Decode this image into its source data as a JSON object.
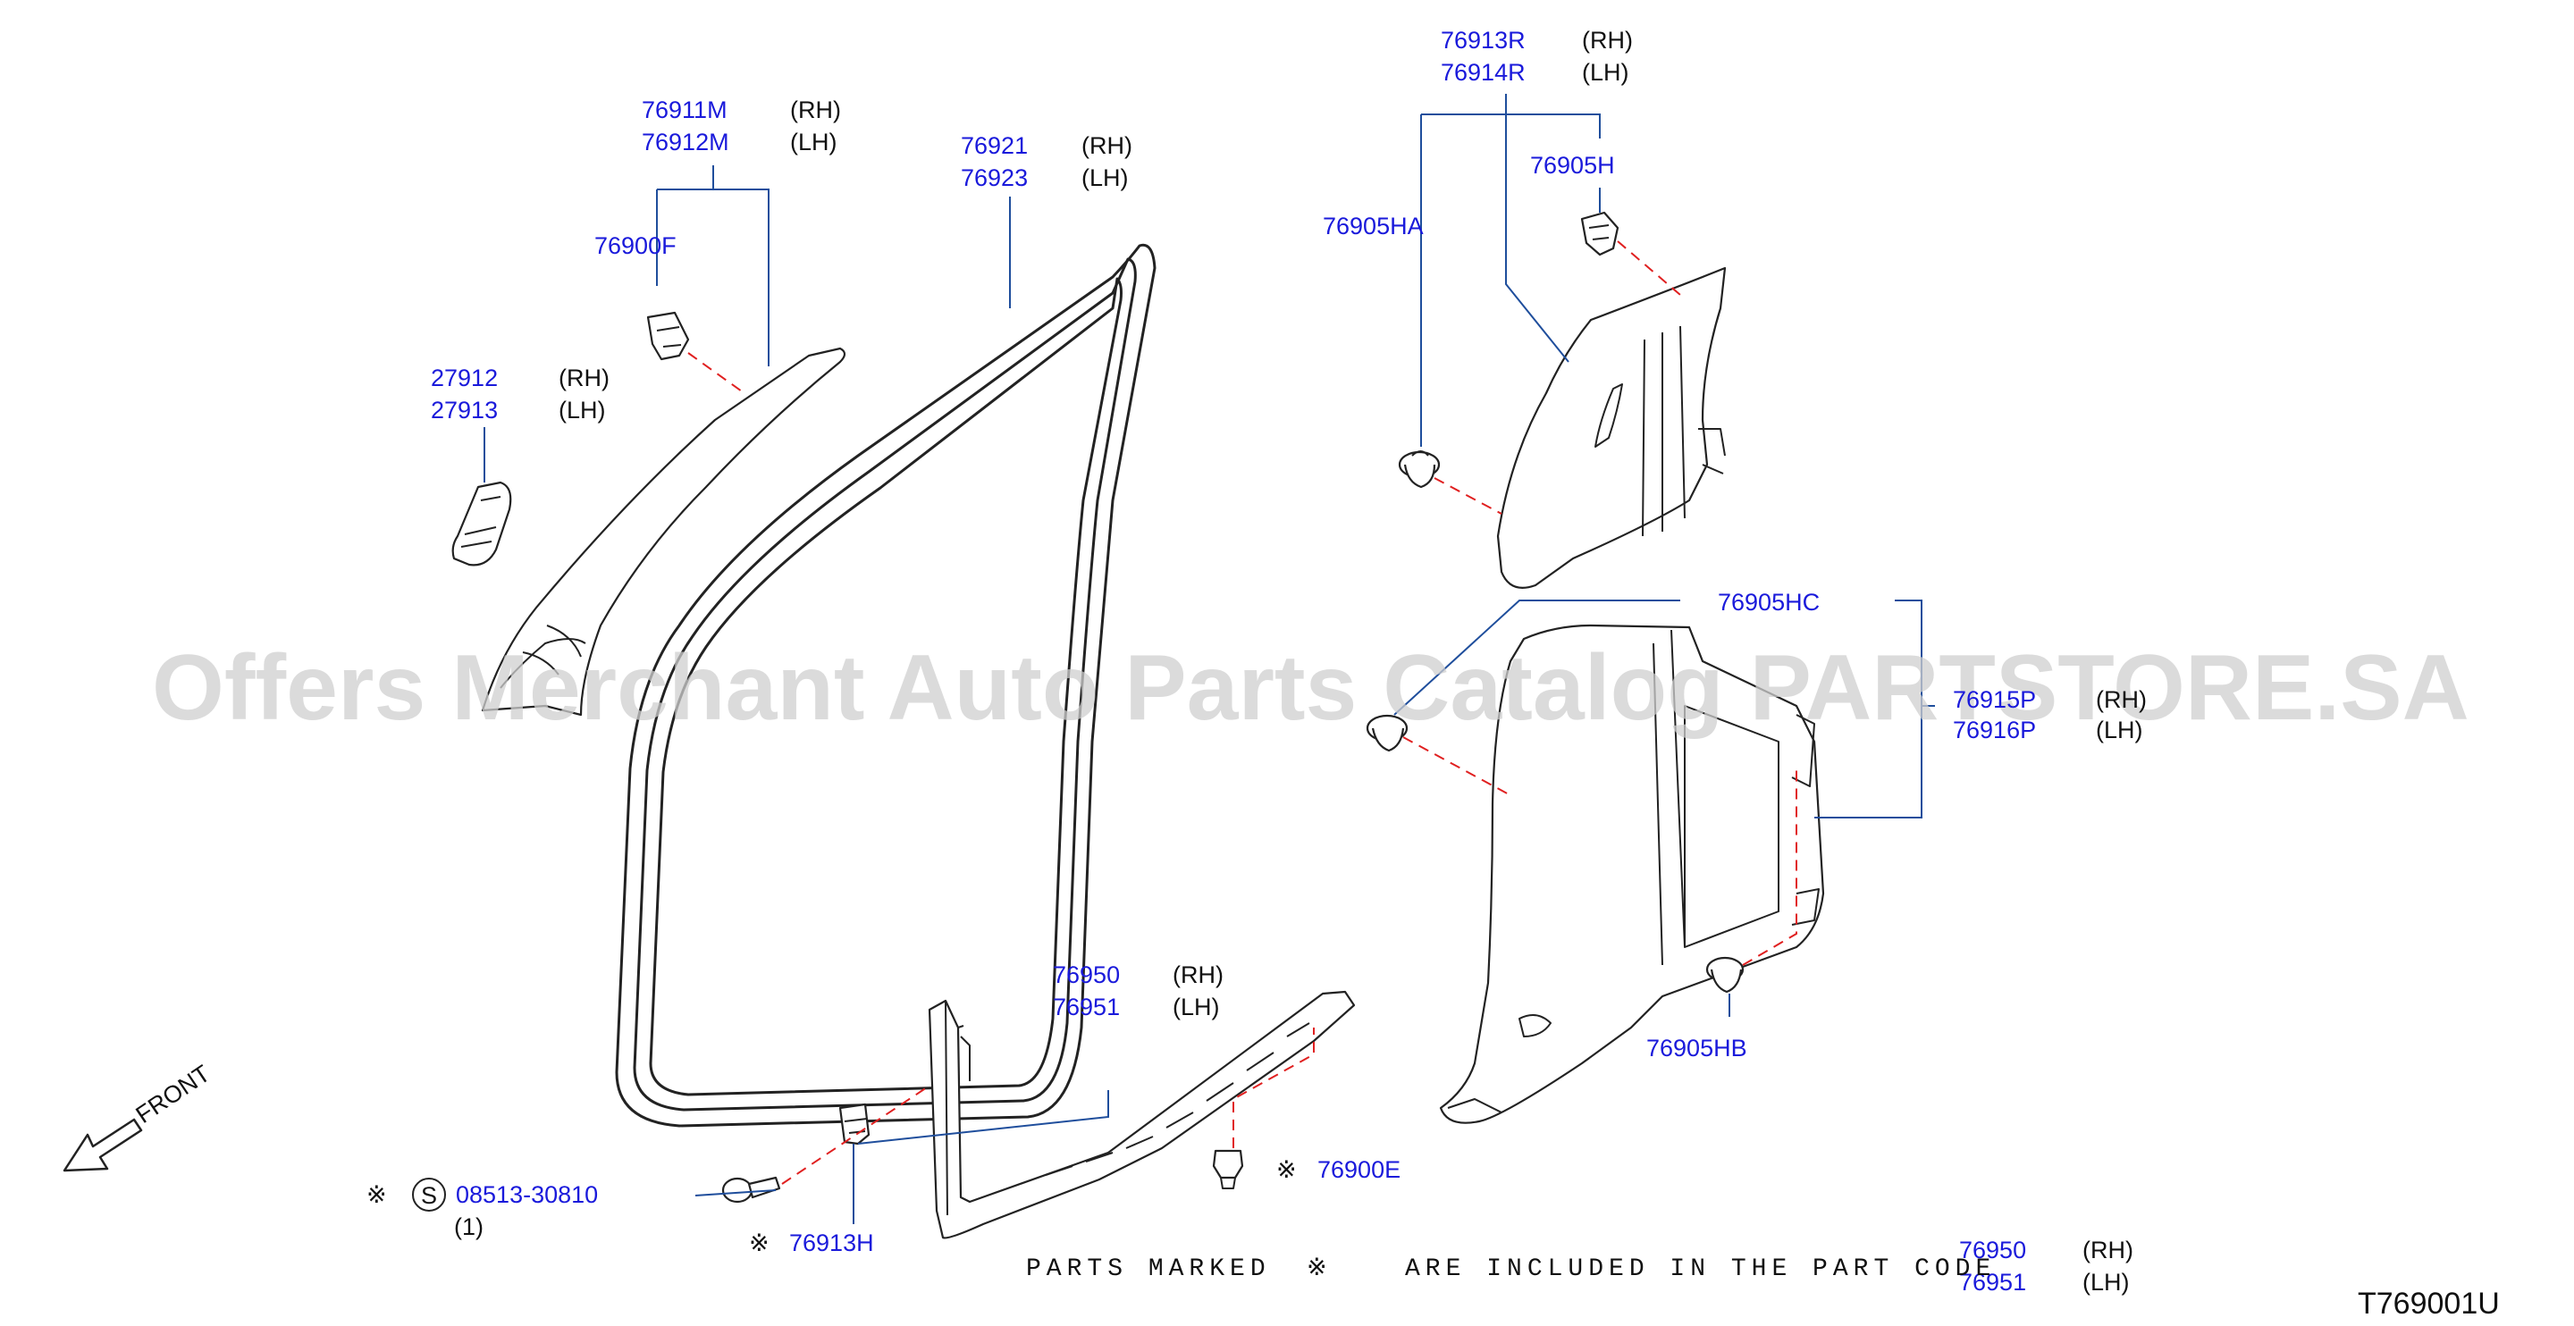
{
  "diagram_code": "T769001U",
  "watermark": "Offers Merchant Auto Parts Catalog PARTSTORE.SA",
  "front_label": "FRONT",
  "note": {
    "before": "PARTS MARKED",
    "after": "ARE INCLUDED IN THE PART CODE"
  },
  "callouts": {
    "c1": {
      "pn1": "76911M",
      "side1": "(RH)",
      "pn2": "76912M",
      "side2": "(LH)"
    },
    "c2": {
      "pn1": "76921",
      "side1": "(RH)",
      "pn2": "76923",
      "side2": "(LH)"
    },
    "c3": {
      "pn1": "76913R",
      "side1": "(RH)",
      "pn2": "76914R",
      "side2": "(LH)"
    },
    "c4": {
      "pn1": "27912",
      "side1": "(RH)",
      "pn2": "27913",
      "side2": "(LH)"
    },
    "c5": {
      "pn": "76900F"
    },
    "c6": {
      "pn": "76905H"
    },
    "c7": {
      "pn": "76905HA"
    },
    "c8": {
      "pn": "76905HC"
    },
    "c9": {
      "pn1": "76915P",
      "side1": "(RH)",
      "pn2": "76916P",
      "side2": "(LH)"
    },
    "c10": {
      "pn1": "76950",
      "side1": "(RH)",
      "pn2": "76951",
      "side2": "(LH)"
    },
    "c11": {
      "pn": "76905HB"
    },
    "c12": {
      "pn": "76900E"
    },
    "c13": {
      "pn": "08513-30810",
      "qty": "(1)",
      "symbol": "S"
    },
    "c14": {
      "pn": "76913H"
    },
    "c15": {
      "pn1": "76950",
      "side1": "(RH)",
      "pn2": "76951",
      "side2": "(LH)"
    }
  },
  "mark_symbol": "※"
}
